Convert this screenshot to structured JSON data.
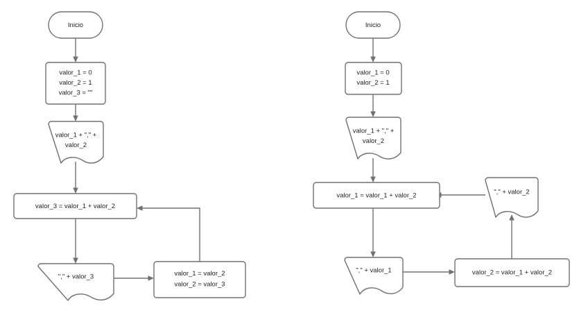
{
  "diagram": {
    "title": "Flowcharts - Serie Fibonacci",
    "background_color": "#ffffff",
    "stroke_color": "#707070",
    "text_color": "#1d1d1d",
    "charts": [
      {
        "id": "left-flowchart",
        "name": "flowchart-variante-tres-valores",
        "nodes": [
          {
            "id": "l-inicio",
            "type": "terminal",
            "lines": [
              "Inicio"
            ]
          },
          {
            "id": "l-init",
            "type": "process",
            "lines": [
              "valor_1 = 0",
              "valor_2 = 1",
              "valor_3 = \"\""
            ]
          },
          {
            "id": "l-print1",
            "type": "document",
            "lines": [
              "valor_1 + \",\" +",
              "valor_2"
            ]
          },
          {
            "id": "l-sum",
            "type": "process",
            "lines": [
              "valor_3 = valor_1 + valor_2"
            ]
          },
          {
            "id": "l-print2",
            "type": "document",
            "lines": [
              "\",\" + valor_3"
            ]
          },
          {
            "id": "l-shift",
            "type": "process",
            "lines": [
              "valor_1 = valor_2",
              "valor_2 = valor_3"
            ]
          }
        ],
        "edges": [
          {
            "from": "l-inicio",
            "to": "l-init",
            "kind": "straight-down"
          },
          {
            "from": "l-init",
            "to": "l-print1",
            "kind": "straight-down"
          },
          {
            "from": "l-print1",
            "to": "l-sum",
            "kind": "straight-down"
          },
          {
            "from": "l-sum",
            "to": "l-print2",
            "kind": "straight-down"
          },
          {
            "from": "l-print2",
            "to": "l-shift",
            "kind": "straight-right"
          },
          {
            "from": "l-shift",
            "to": "l-sum",
            "kind": "loop-back-up-left"
          }
        ]
      },
      {
        "id": "right-flowchart",
        "name": "flowchart-variante-dos-valores",
        "nodes": [
          {
            "id": "r-inicio",
            "type": "terminal",
            "lines": [
              "Inicio"
            ]
          },
          {
            "id": "r-init",
            "type": "process",
            "lines": [
              "valor_1 = 0",
              "valor_2 = 1"
            ]
          },
          {
            "id": "r-print1",
            "type": "document",
            "lines": [
              "valor_1 + \",\" +",
              "valor_2"
            ]
          },
          {
            "id": "r-sum1",
            "type": "process",
            "lines": [
              "valor_1 = valor_1 + valor_2"
            ]
          },
          {
            "id": "r-print2",
            "type": "document",
            "lines": [
              "\",\" + valor_1"
            ]
          },
          {
            "id": "r-sum2",
            "type": "process",
            "lines": [
              "valor_2 = valor_1 + valor_2"
            ]
          },
          {
            "id": "r-print3",
            "type": "document",
            "lines": [
              "\",\" + valor_2"
            ]
          }
        ],
        "edges": [
          {
            "from": "r-inicio",
            "to": "r-init",
            "kind": "straight-down"
          },
          {
            "from": "r-init",
            "to": "r-print1",
            "kind": "straight-down"
          },
          {
            "from": "r-print1",
            "to": "r-sum1",
            "kind": "straight-down"
          },
          {
            "from": "r-sum1",
            "to": "r-print2",
            "kind": "straight-down"
          },
          {
            "from": "r-print2",
            "to": "r-sum2",
            "kind": "straight-right"
          },
          {
            "from": "r-sum2",
            "to": "r-print3",
            "kind": "straight-up"
          },
          {
            "from": "r-print3",
            "to": "r-sum1",
            "kind": "straight-left"
          }
        ]
      }
    ]
  },
  "labels": {
    "l_inicio": "Inicio",
    "l_init_1": "valor_1 = 0",
    "l_init_2": "valor_2 = 1",
    "l_init_3": "valor_3 = \"\"",
    "l_print1_1": "valor_1 + \",\" +",
    "l_print1_2": "valor_2",
    "l_sum": "valor_3 = valor_1 + valor_2",
    "l_print2": "\",\" + valor_3",
    "l_shift_1": "valor_1 = valor_2",
    "l_shift_2": "valor_2 = valor_3",
    "r_inicio": "Inicio",
    "r_init_1": "valor_1 = 0",
    "r_init_2": "valor_2 = 1",
    "r_print1_1": "valor_1 + \",\" +",
    "r_print1_2": "valor_2",
    "r_sum1": "valor_1 = valor_1 + valor_2",
    "r_print2": "\",\" + valor_1",
    "r_sum2": "valor_2 = valor_1 + valor_2",
    "r_print3": "\",\" + valor_2"
  }
}
